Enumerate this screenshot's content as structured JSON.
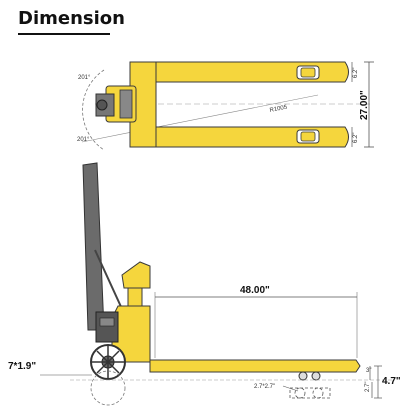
{
  "title": "Dimension",
  "top_view": {
    "overall_width": "27.00\"",
    "fork_width_top": "6.2\"",
    "fork_width_bottom": "6.2\"",
    "diagonal": "R1005",
    "angle_top": "201°",
    "angle_bottom": "201°"
  },
  "side_view": {
    "fork_length": "48.00\"",
    "wheel_size": "7*1.9\"",
    "roller_size": "2.7*2.7\"",
    "lowered_height": "4.7\"",
    "roller_height": "2.7\"",
    "lift_height": "3\""
  },
  "colors": {
    "body": "#F5D63D",
    "outline": "#3a3a3a",
    "handle": "#6b6b6b",
    "dim_line": "#555555"
  }
}
